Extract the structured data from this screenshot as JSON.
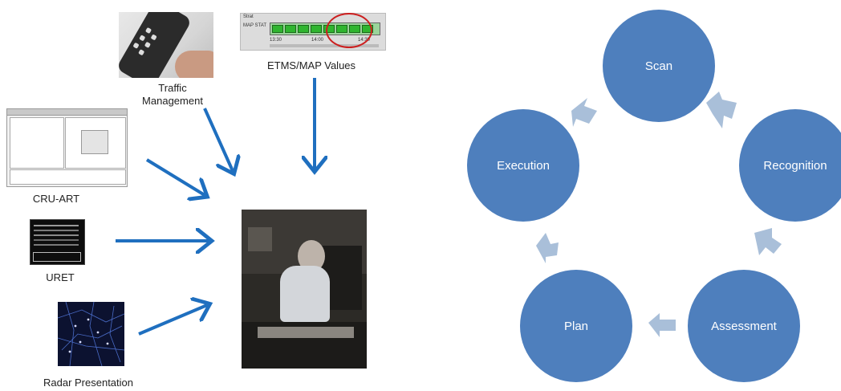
{
  "sources": {
    "traffic": {
      "label_line1": "Traffic",
      "label_line2": "Management"
    },
    "etms": {
      "label": "ETMS/MAP Values",
      "header_text": "Strat",
      "row_label": "MAP STAT",
      "times": [
        "13:30",
        "14:00",
        "14:30"
      ]
    },
    "cru": {
      "label": "CRU-ART"
    },
    "uret": {
      "label": "URET"
    },
    "radar": {
      "label": "Radar Presentation"
    }
  },
  "cycle": {
    "nodes": [
      "Scan",
      "Recognition",
      "Assessment",
      "Plan",
      "Execution"
    ]
  },
  "colors": {
    "arrow": "#1f6fbf",
    "node": "#4e7fbd",
    "cycle_arrow": "#a9bfd9",
    "highlight": "#cc1f1f",
    "etms_cell": "#2fb52f"
  }
}
